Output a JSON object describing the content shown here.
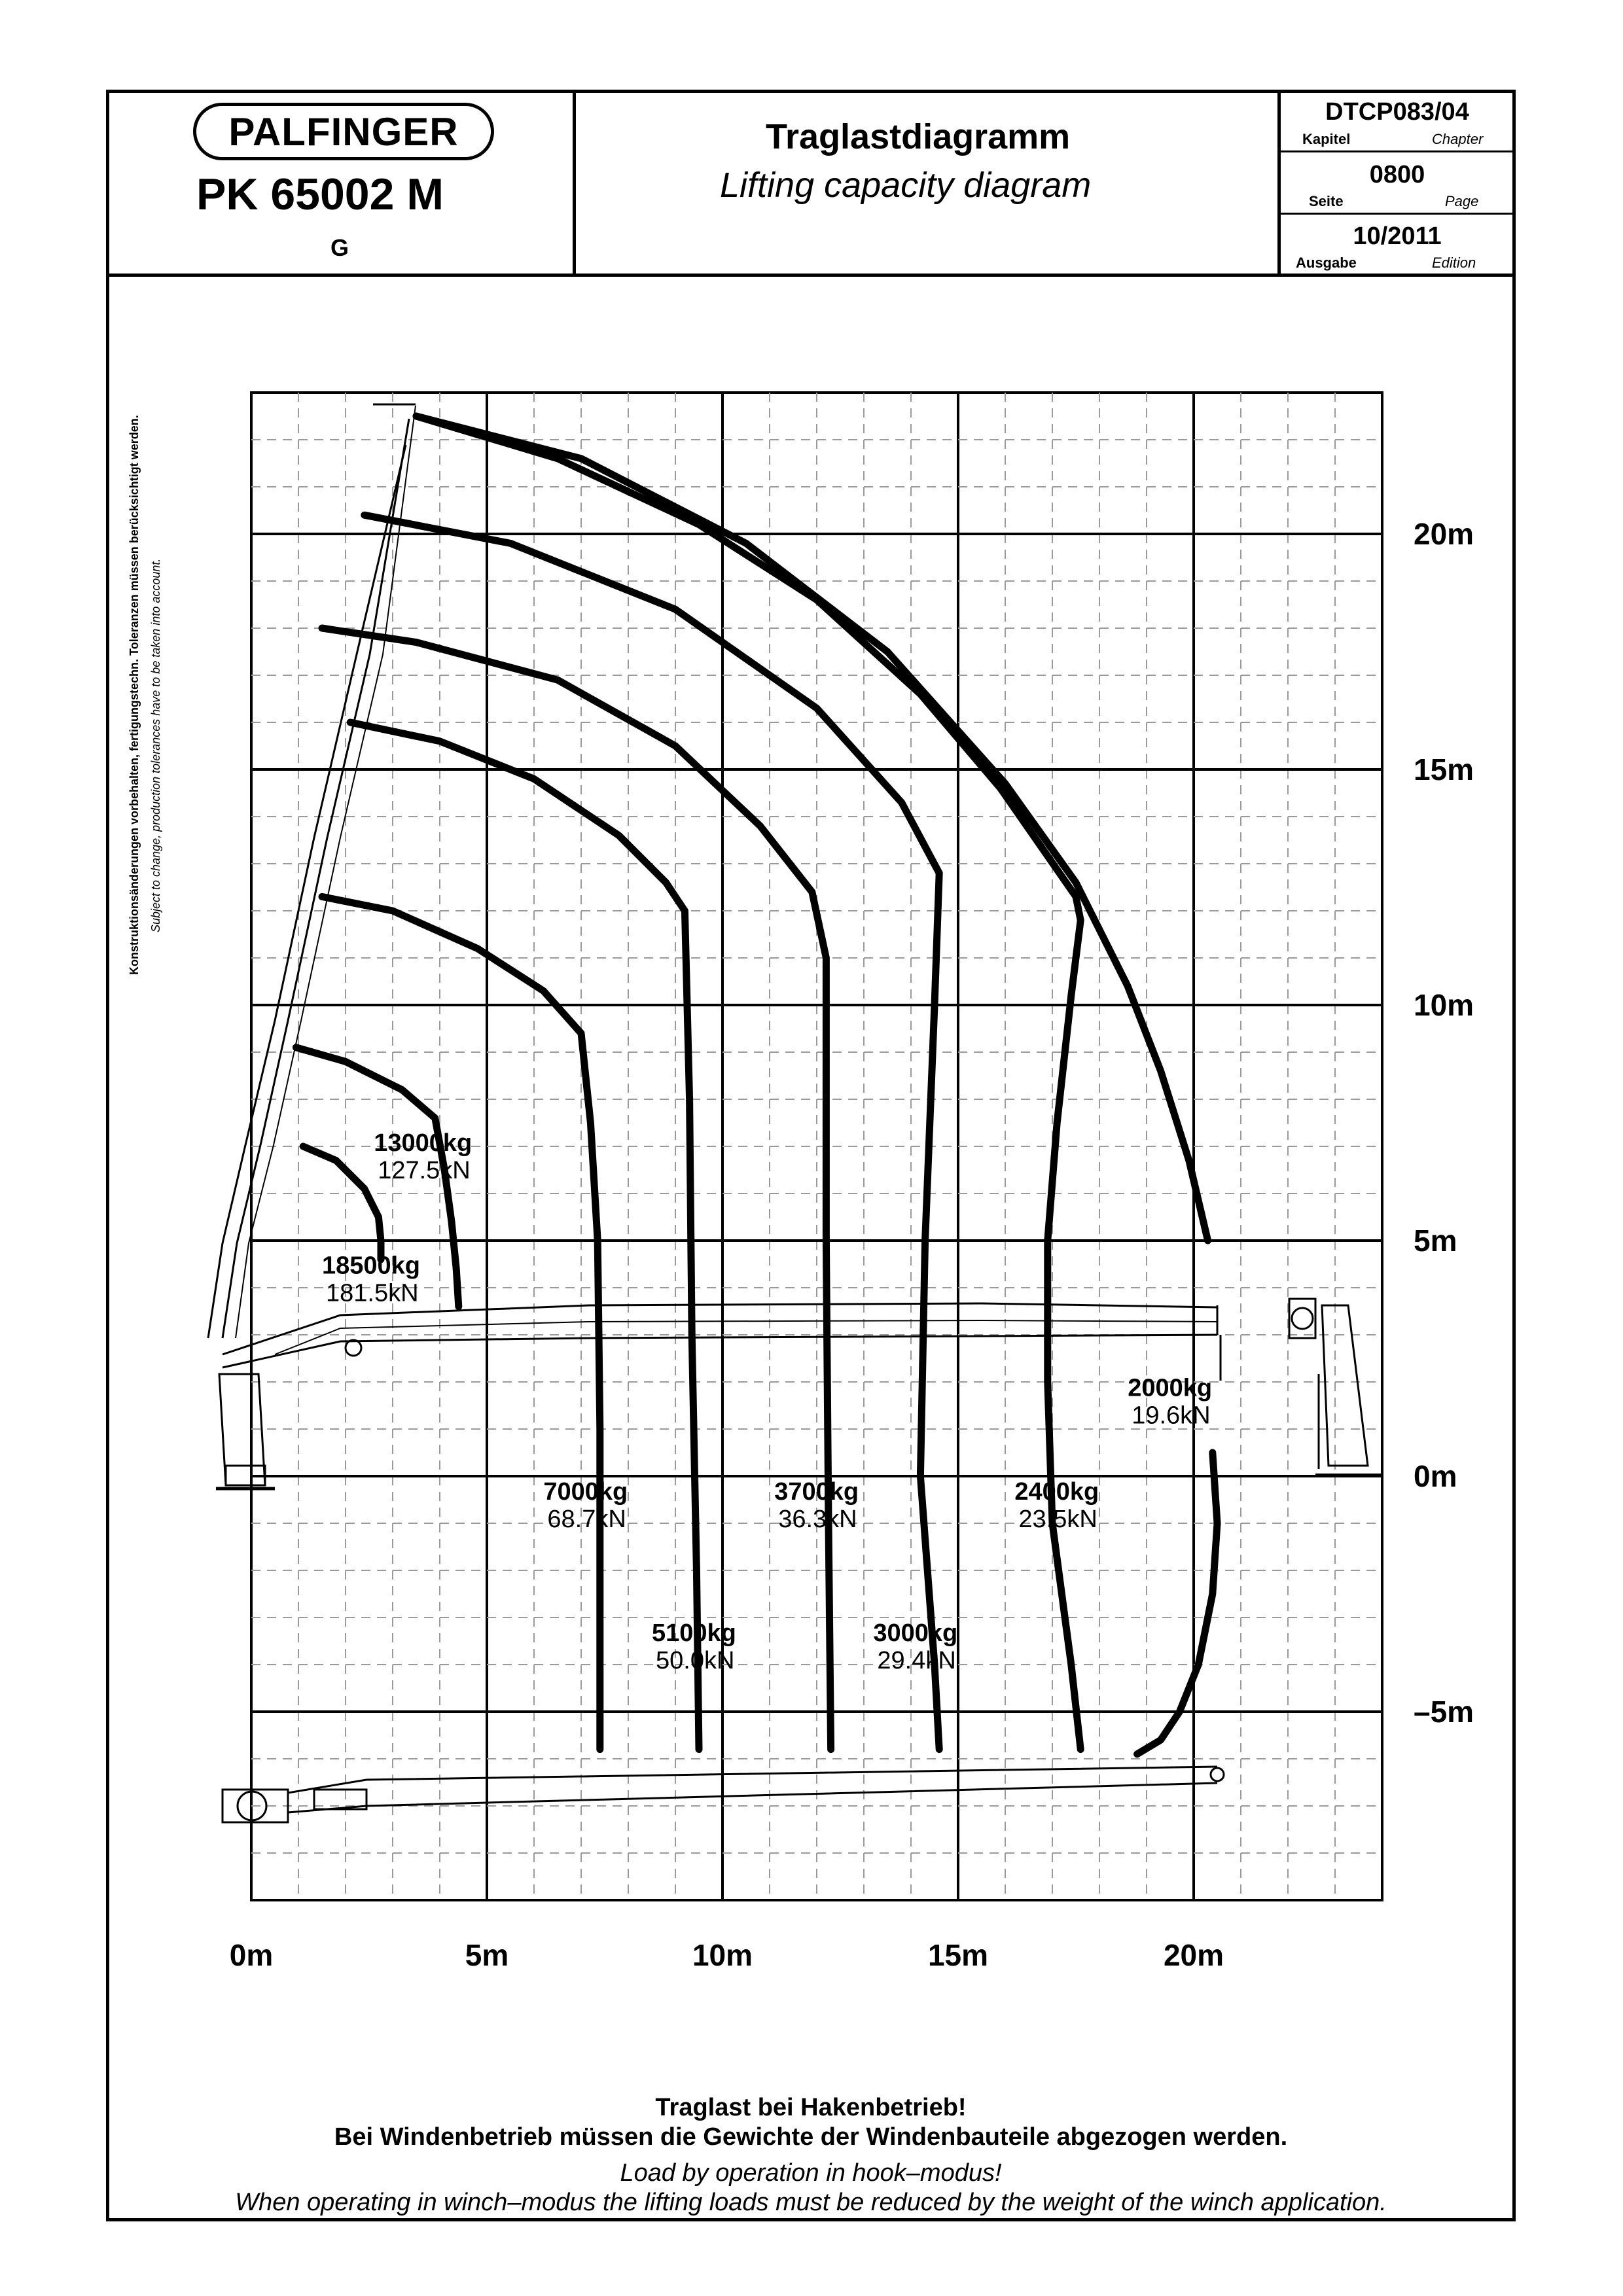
{
  "header": {
    "brand": "PALFINGER",
    "model": "PK 65002 M",
    "variant": "G",
    "title_de": "Traglastdiagramm",
    "title_en": "Lifting capacity diagram",
    "chapter": {
      "value": "DTCP083/04",
      "label_de": "Kapitel",
      "label_en": "Chapter"
    },
    "page": {
      "value": "0800",
      "label_de": "Seite",
      "label_en": "Page"
    },
    "edition": {
      "value": "10/2011",
      "label_de": "Ausgabe",
      "label_en": "Edition"
    }
  },
  "side_note": {
    "de": "Konstruktionsänderungen vorbehalten, fertigungstechn. Toleranzen müssen berücksichtigt werden.",
    "en": "Subject to change, production tolerances have to be taken into account."
  },
  "chart_data": {
    "type": "line",
    "x_unit": "m",
    "y_unit": "m",
    "xlim": [
      0,
      24
    ],
    "ylim": [
      -9,
      23
    ],
    "x_ticks": [
      {
        "value": 0,
        "label": "0m"
      },
      {
        "value": 5,
        "label": "5m"
      },
      {
        "value": 10,
        "label": "10m"
      },
      {
        "value": 15,
        "label": "15m"
      },
      {
        "value": 20,
        "label": "20m"
      }
    ],
    "y_ticks": [
      {
        "value": 20,
        "label": "20m"
      },
      {
        "value": 15,
        "label": "15m"
      },
      {
        "value": 10,
        "label": "10m"
      },
      {
        "value": 5,
        "label": "5m"
      },
      {
        "value": 0,
        "label": "0m"
      },
      {
        "value": -5,
        "label": "–5m"
      }
    ],
    "grid": true,
    "load_labels": [
      {
        "kg": "18500kg",
        "kn": "181.5kN",
        "x": 1.5,
        "y": 4.3
      },
      {
        "kg": "13000kg",
        "kn": "127.5kN",
        "x": 2.6,
        "y": 6.9
      },
      {
        "kg": "7000kg",
        "kn": "68.7kN",
        "x": 6.2,
        "y": -0.5
      },
      {
        "kg": "5100kg",
        "kn": "50.0kN",
        "x": 8.5,
        "y": -3.5
      },
      {
        "kg": "3700kg",
        "kn": "36.3kN",
        "x": 11.1,
        "y": -0.5
      },
      {
        "kg": "3000kg",
        "kn": "29.4kN",
        "x": 13.2,
        "y": -3.5
      },
      {
        "kg": "2400kg",
        "kn": "23.5kN",
        "x": 16.2,
        "y": -0.5
      },
      {
        "kg": "2000kg",
        "kn": "19.6kN",
        "x": 18.6,
        "y": 1.7
      }
    ],
    "series": [
      {
        "load": "18500kg",
        "x": [
          1.1,
          1.8,
          2.4,
          2.7,
          2.75,
          2.75
        ],
        "y": [
          7.0,
          6.7,
          6.1,
          5.5,
          5.0,
          4.6
        ]
      },
      {
        "load": "13000kg",
        "x": [
          0.95,
          2.0,
          3.2,
          3.9,
          4.1,
          4.25,
          4.35,
          4.4
        ],
        "y": [
          9.1,
          8.8,
          8.2,
          7.6,
          6.5,
          5.4,
          4.4,
          3.6
        ]
      },
      {
        "load": "7000kg",
        "x": [
          1.5,
          3.0,
          4.8,
          6.2,
          7.0,
          7.2,
          7.35,
          7.4,
          7.4,
          7.4
        ],
        "y": [
          12.3,
          12.0,
          11.2,
          10.3,
          9.4,
          7.5,
          5.0,
          1.0,
          -3.0,
          -5.8
        ]
      },
      {
        "load": "5100kg",
        "x": [
          2.1,
          4.0,
          6.0,
          7.8,
          8.8,
          9.2,
          9.3,
          9.35,
          9.45,
          9.5
        ],
        "y": [
          16.0,
          15.6,
          14.8,
          13.6,
          12.6,
          12.0,
          8.0,
          3.0,
          -2.0,
          -5.8
        ]
      },
      {
        "load": "3700kg",
        "x": [
          1.5,
          3.5,
          6.5,
          9.0,
          10.8,
          11.9,
          12.2,
          12.2,
          12.25,
          12.3
        ],
        "y": [
          18.0,
          17.7,
          16.9,
          15.5,
          13.8,
          12.4,
          11.0,
          5.0,
          -1.0,
          -5.8
        ]
      },
      {
        "load": "3000kg",
        "x": [
          2.4,
          5.5,
          9.0,
          12.0,
          13.8,
          14.6,
          14.5,
          14.3,
          14.2,
          14.5,
          14.6
        ],
        "y": [
          20.4,
          19.8,
          18.4,
          16.3,
          14.3,
          12.8,
          10.0,
          5.0,
          0.0,
          -4.0,
          -5.8
        ]
      },
      {
        "load": "2400kg",
        "x": [
          3.5,
          6.5,
          9.5,
          12.0,
          14.2,
          15.9,
          17.5,
          17.6,
          17.4,
          17.1,
          16.9,
          16.9,
          17.0,
          17.4,
          17.6
        ],
        "y": [
          22.5,
          21.6,
          20.2,
          18.6,
          16.6,
          14.6,
          12.3,
          11.8,
          10.2,
          7.5,
          5.0,
          2.0,
          -1.0,
          -4.0,
          -5.8
        ]
      },
      {
        "load": "2000kg",
        "x": [
          3.5,
          7.0,
          10.5,
          13.5,
          16.0,
          17.5,
          18.6,
          19.3,
          19.9,
          20.3
        ],
        "y": [
          22.5,
          21.6,
          19.8,
          17.5,
          14.7,
          12.6,
          10.4,
          8.6,
          6.7,
          5.0
        ]
      },
      {
        "load": "2000kg",
        "x": [
          20.4,
          20.5,
          20.4,
          20.1,
          19.7,
          19.3,
          18.8
        ],
        "y": [
          0.5,
          -1.0,
          -2.5,
          -4.0,
          -5.0,
          -5.6,
          -5.9
        ]
      }
    ]
  },
  "footer": {
    "de1": "Traglast bei Hakenbetrieb!",
    "de2": "Bei Windenbetrieb müssen die Gewichte der Windenbauteile abgezogen werden.",
    "en1": "Load by operation in hook–modus!",
    "en2": "When operating in winch–modus the lifting loads must be reduced by the weight of the winch application."
  }
}
